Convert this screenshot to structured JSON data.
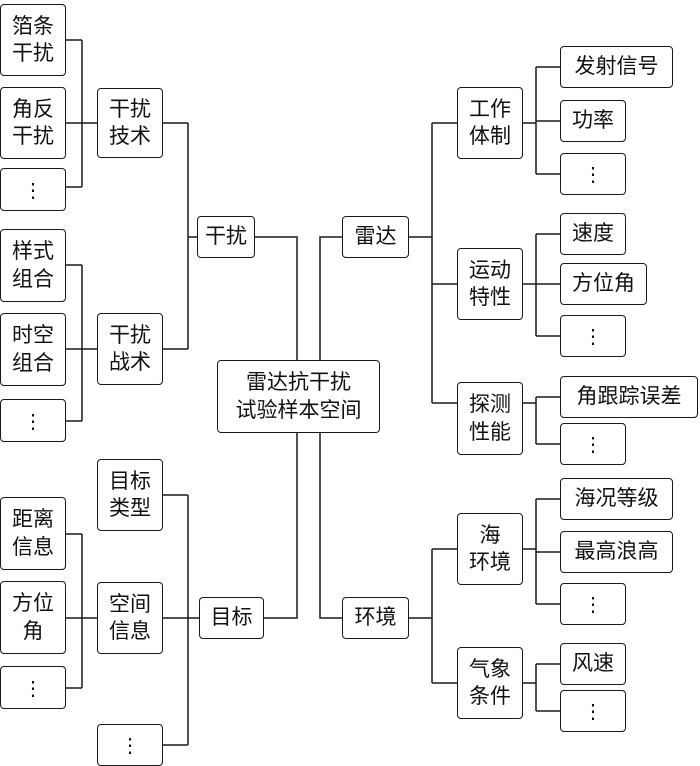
{
  "nodes": {
    "root": "雷达抗干扰\n试验样本空间",
    "interference": "干扰",
    "target": "目标",
    "radar": "雷达",
    "environment": "环境",
    "jam_tech": "干扰\n技术",
    "jam_tactic": "干扰\n战术",
    "comb_jam": "箔条\n干扰",
    "angle_jam": "角反\n干扰",
    "jam_tech_more": "⋮",
    "style_combo": "样式\n组合",
    "spacetime_combo": "时空\n组合",
    "jam_tactic_more": "⋮",
    "target_type": "目标\n类型",
    "spatial_info": "空间\n信息",
    "target_more": "⋮",
    "range_info": "距离\n信息",
    "azimuth_info": "方位\n角",
    "spatial_more": "⋮",
    "work_mode": "工作\n体制",
    "motion": "运动\n特性",
    "detection": "探测\n性能",
    "tx_signal": "发射信号",
    "power": "功率",
    "work_more": "⋮",
    "speed": "速度",
    "azimuth": "方位角",
    "motion_more": "⋮",
    "angle_error": "角跟踪误差",
    "detection_more": "⋮",
    "sea": "海\n环境",
    "weather": "气象\n条件",
    "sea_state": "海况等级",
    "wave_height": "最高浪高",
    "sea_more": "⋮",
    "wind_speed": "风速",
    "weather_more": "⋮"
  },
  "colors": {
    "line": "#1a1a1a",
    "text": "#111111",
    "background": "#ffffff"
  }
}
